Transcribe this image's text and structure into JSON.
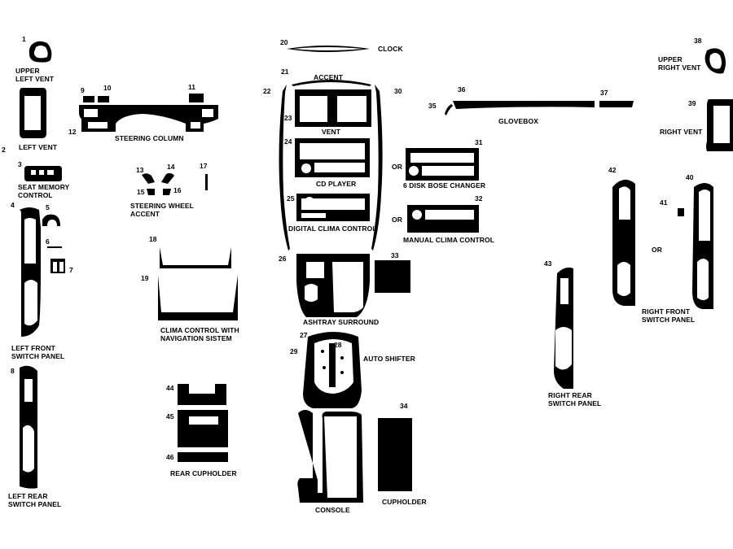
{
  "title": "",
  "labels": {
    "upper_left_vent": "UPPER\nLEFT VENT",
    "left_vent": "LEFT VENT",
    "seat_memory_control": "SEAT MEMORY\nCONTROL",
    "steering_column": "STEERING COLUMN",
    "steering_wheel_accent": "STEERING WHEEL\nACCENT",
    "left_front_switch_panel": "LEFT FRONT\nSWITCH PANEL",
    "left_rear_switch_panel": "LEFT REAR\nSWITCH PANEL",
    "clima_control_nav": "CLIMA CONTROL WITH\nNAVIGATION SISTEM",
    "rear_cupholder": "REAR CUPHOLDER",
    "clock": "CLOCK",
    "accent": "ACCENT",
    "vent": "VENT",
    "cd_player": "CD PLAYER",
    "digital_clima_control": "DIGITAL CLIMA CONTROL",
    "six_disk_changer": "6 DISK BOSE CHANGER",
    "manual_clima_control": "MANUAL CLIMA CONTROL",
    "or": "OR",
    "ashtray_surround": "ASHTRAY SURROUND",
    "auto_shifter": "AUTO SHIFTER",
    "console": "CONSOLE",
    "cupholder": "CUPHOLDER",
    "glovebox": "GLOVEBOX",
    "upper_right_vent": "UPPER\nRIGHT VENT",
    "right_vent": "RIGHT VENT",
    "right_front_switch_panel": "RIGHT FRONT\nSWITCH PANEL",
    "right_rear_switch_panel": "RIGHT REAR\nSWITCH PANEL"
  },
  "part_numbers": {
    "p1": "1",
    "p2": "2",
    "p3": "3",
    "p4": "4",
    "p5": "5",
    "p6": "6",
    "p7": "7",
    "p8": "8",
    "p9": "9",
    "p10": "10",
    "p11": "11",
    "p12": "12",
    "p13": "13",
    "p14": "14",
    "p15": "15",
    "p16": "16",
    "p17": "17",
    "p18": "18",
    "p19": "19",
    "p20": "20",
    "p21": "21",
    "p22": "22",
    "p23": "23",
    "p24": "24",
    "p25": "25",
    "p26": "26",
    "p27": "27",
    "p28": "28",
    "p29": "29",
    "p30": "30",
    "p31": "31",
    "p32": "32",
    "p33": "33",
    "p34": "34",
    "p35": "35",
    "p36": "36",
    "p37": "37",
    "p38": "38",
    "p39": "39",
    "p40": "40",
    "p41": "41",
    "p42": "42",
    "p43": "43",
    "p44": "44",
    "p45": "45",
    "p46": "46"
  },
  "colors": {
    "part_fill": "#000000",
    "background": "#ffffff",
    "cutout": "#ffffff"
  }
}
